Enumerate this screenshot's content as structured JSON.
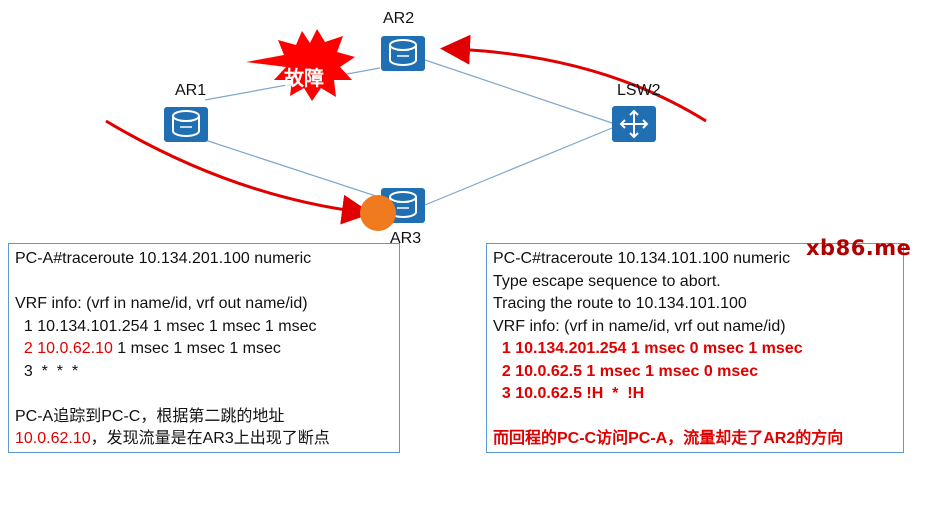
{
  "nodes": {
    "ar1": "AR1",
    "ar2": "AR2",
    "ar3": "AR3",
    "lsw2": "LSW2"
  },
  "fault_label": "故障",
  "colors": {
    "router": "#1f6fb2",
    "link": "#7fa7cc",
    "arrow": "#e00000",
    "burst": "#ff0000",
    "marker": "#f07a1e",
    "panel_border": "#5b9bd5"
  },
  "left_panel": {
    "command": "PC-A#traceroute 10.134.201.100 numeric",
    "vrf": "VRF info: (vrf in name/id, vrf out name/id)",
    "hop1": "  1 10.134.101.254 1 msec 1 msec 1 msec",
    "hop2_addr": "  2 10.0.62.10",
    "hop2_rest": " 1 msec 1 msec 1 msec",
    "hop3": "  3  *  *  *",
    "note1": "PC-A追踪到PC-C，根据第二跳的地址",
    "note2_addr": "10.0.62.10",
    "note2_rest": "，发现流量是在AR3上出现了断点"
  },
  "right_panel": {
    "command": "PC-C#traceroute 10.134.101.100 numeric",
    "escape": "Type escape sequence to abort.",
    "tracing": "Tracing the route to 10.134.101.100",
    "vrf": "VRF info: (vrf in name/id, vrf out name/id)",
    "hop1": "  1 10.134.201.254 1 msec 0 msec 1 msec",
    "hop2": "  2 10.0.62.5 1 msec 1 msec 0 msec",
    "hop3": "  3 10.0.62.5 !H  *  !H",
    "note": "而回程的PC-C访问PC-A，流量却走了AR2的方向"
  },
  "watermark": "xb86.me"
}
